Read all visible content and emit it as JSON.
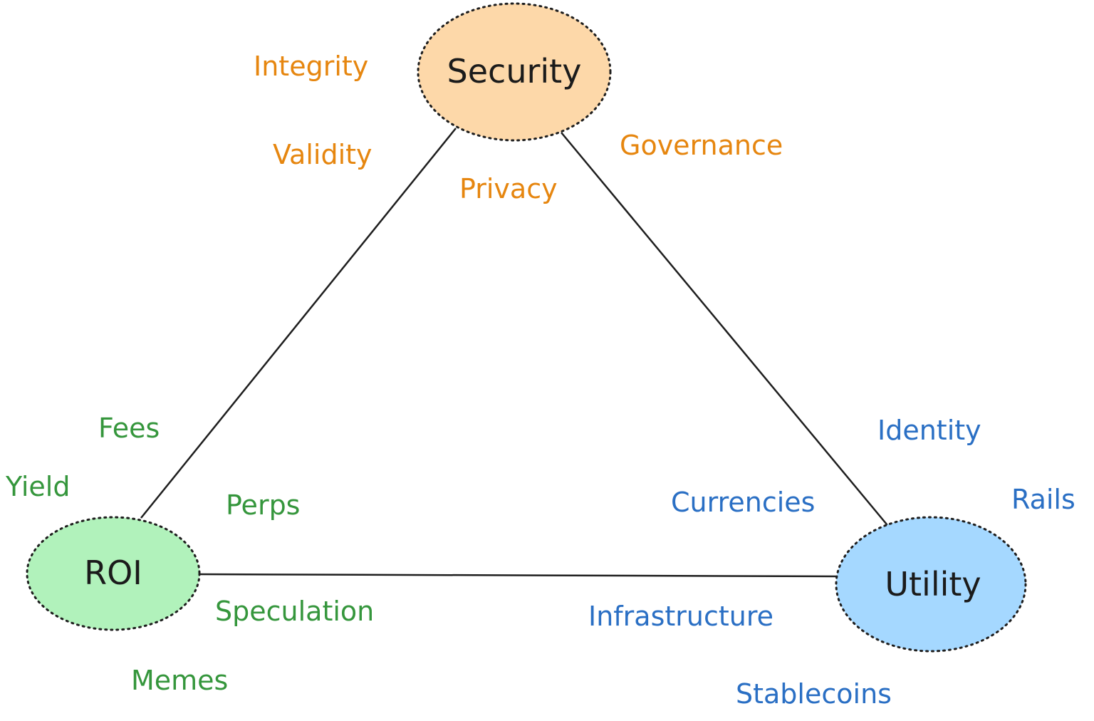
{
  "nodes": {
    "security": {
      "label": "Security",
      "fill": "#fdd8a9"
    },
    "roi": {
      "label": "ROI",
      "fill": "#b1f2bb"
    },
    "utility": {
      "label": "Utility",
      "fill": "#a5d8ff"
    }
  },
  "colors": {
    "security_text": "#e6860f",
    "roi_text": "#35963c",
    "utility_text": "#2a6fc4",
    "edges": "#1e1e1e"
  },
  "security_terms": {
    "integrity": "Integrity",
    "validity": "Validity",
    "privacy": "Privacy",
    "governance": "Governance"
  },
  "roi_terms": {
    "fees": "Fees",
    "yield": "Yield",
    "perps": "Perps",
    "speculation": "Speculation",
    "memes": "Memes"
  },
  "utility_terms": {
    "identity": "Identity",
    "rails": "Rails",
    "currencies": "Currencies",
    "infrastructure": "Infrastructure",
    "stablecoins": "Stablecoins"
  }
}
